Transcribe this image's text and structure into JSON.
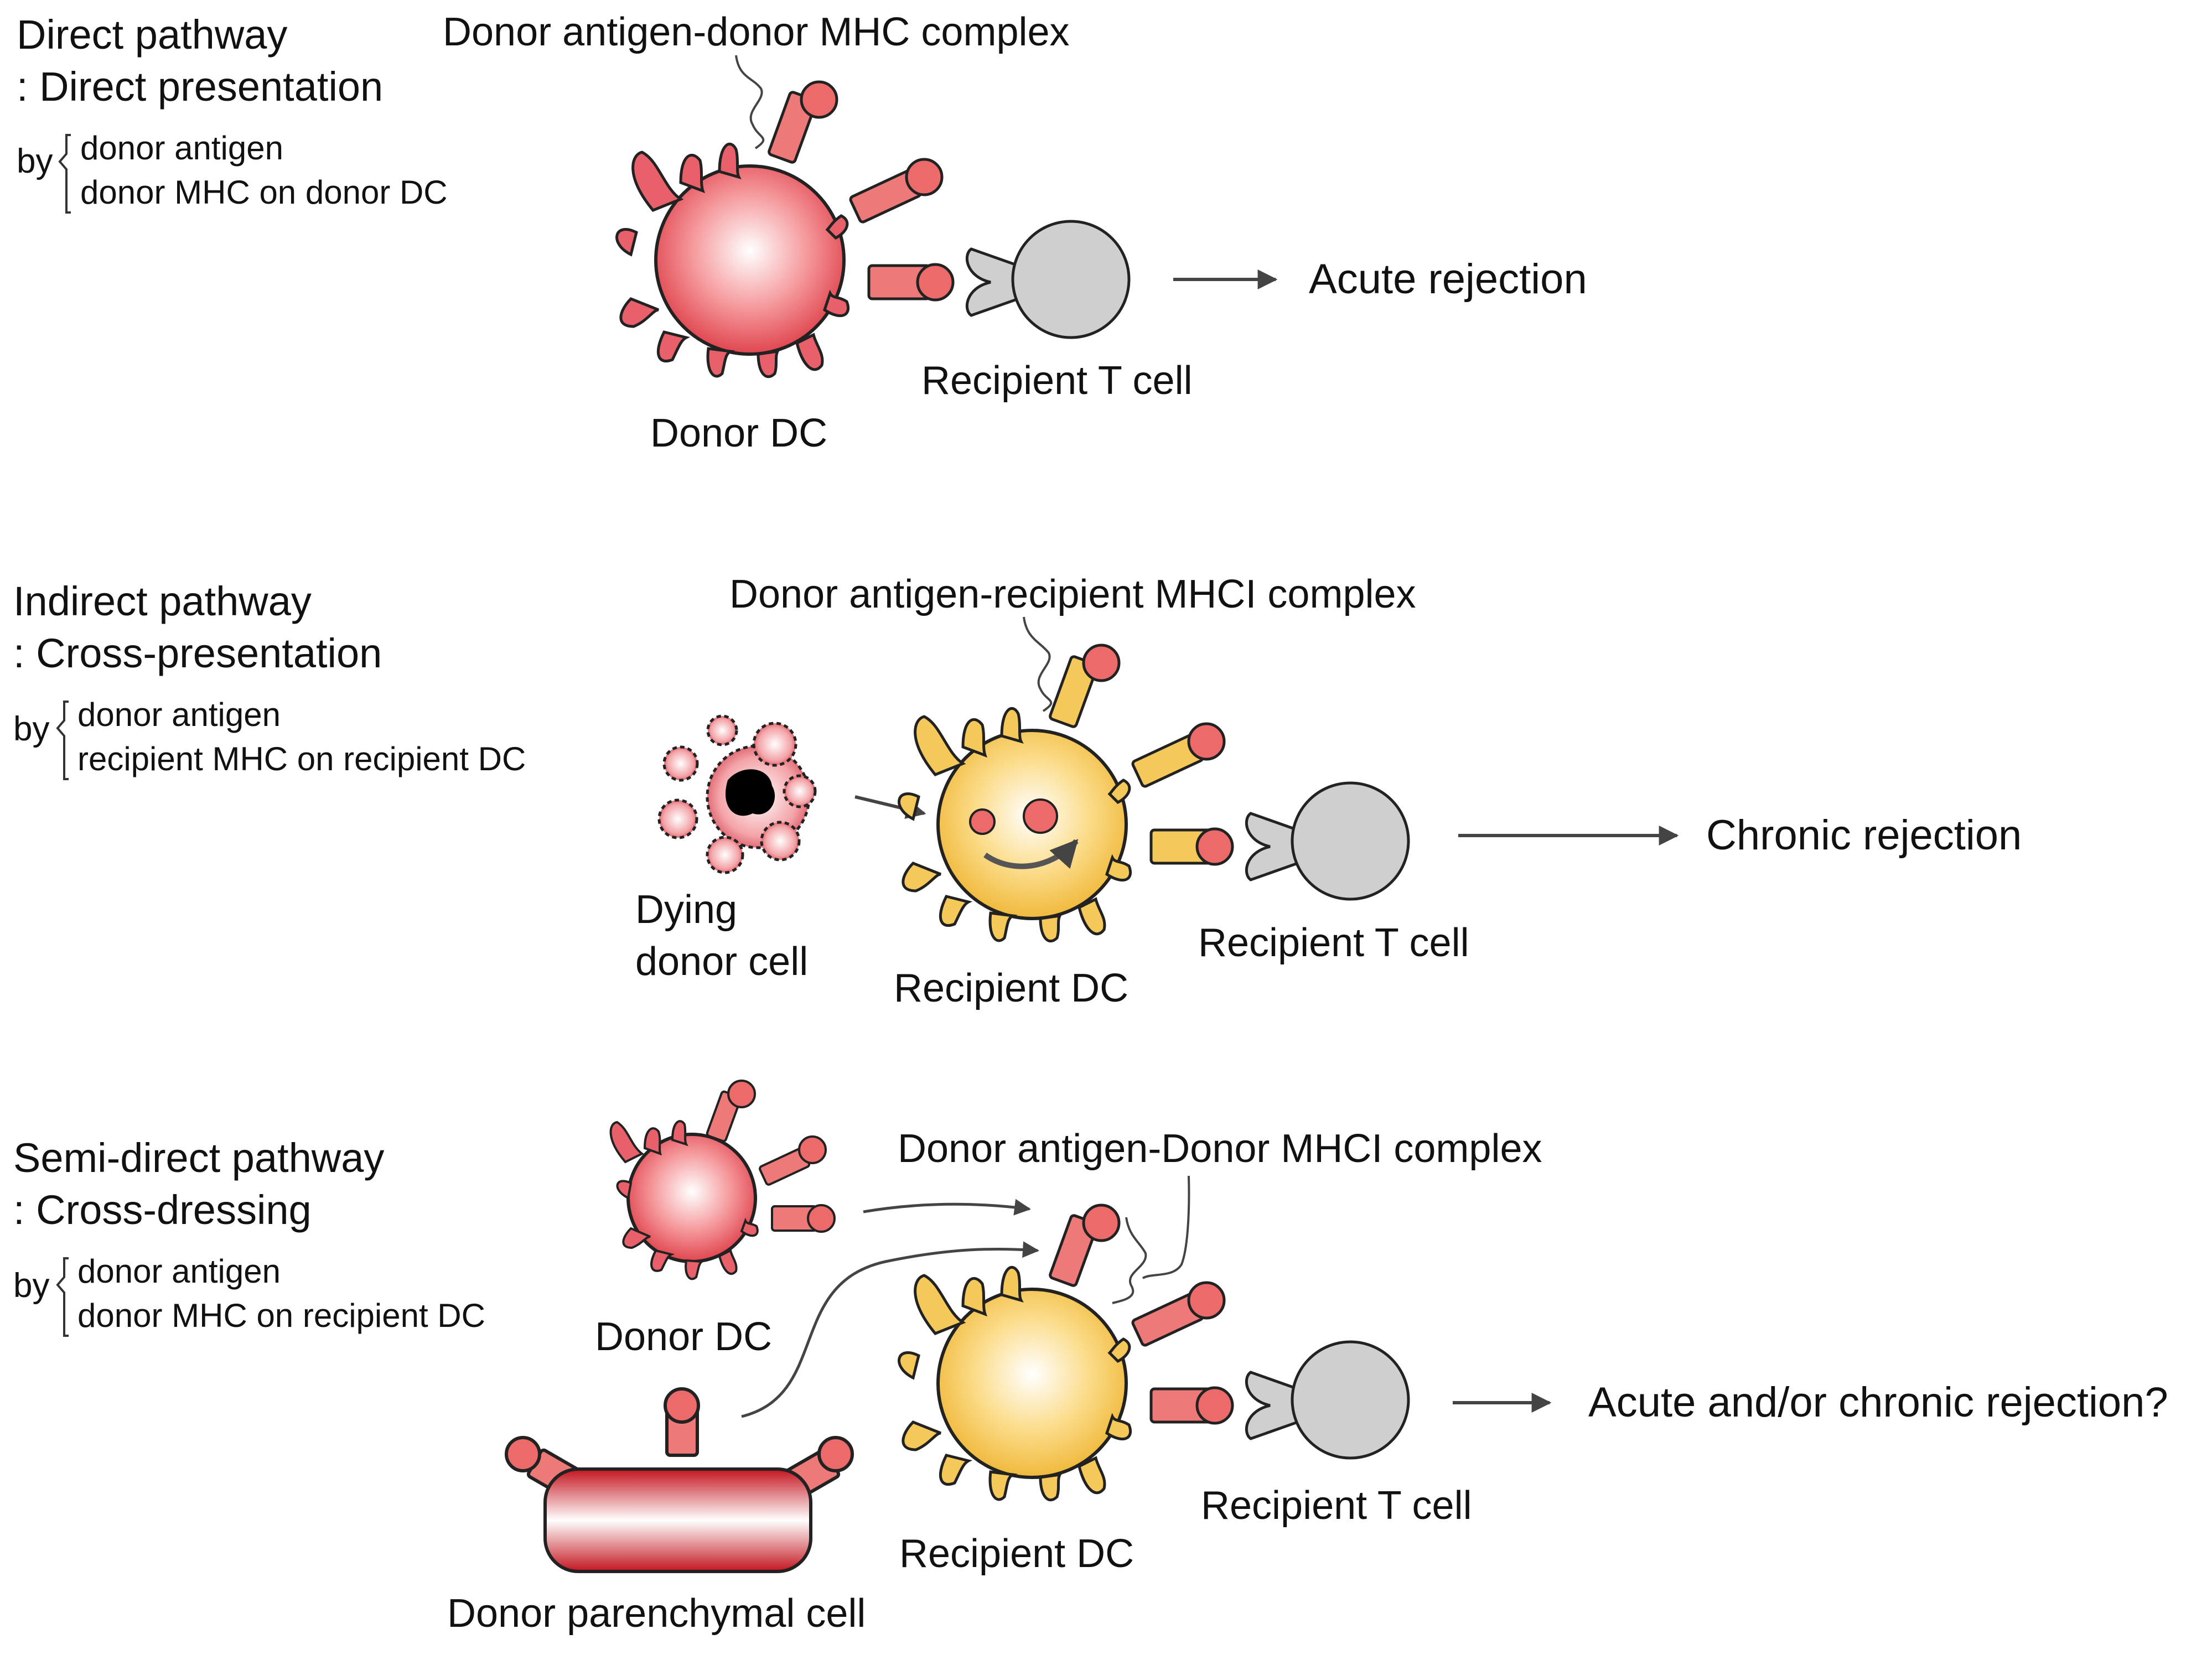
{
  "direct": {
    "title": "Direct pathway",
    "subtitle": ": Direct presentation",
    "by": "by",
    "req1": "donor antigen",
    "req2": "donor MHC on donor DC",
    "complex_label": "Donor antigen-donor MHC complex",
    "dc_label": "Donor DC",
    "t_label": "Recipient T cell",
    "outcome": "Acute rejection"
  },
  "indirect": {
    "title": "Indirect pathway",
    "subtitle": ": Cross-presentation",
    "by": "by",
    "req1": "donor antigen",
    "req2": "recipient MHC on recipient DC",
    "complex_label": "Donor antigen-recipient MHCI complex",
    "dying_label_1": "Dying",
    "dying_label_2": "donor cell",
    "dc_label": "Recipient DC",
    "t_label": "Recipient T cell",
    "outcome": "Chronic rejection"
  },
  "semidirect": {
    "title": "Semi-direct pathway",
    "subtitle": ": Cross-dressing",
    "by": "by",
    "req1": "donor antigen",
    "req2": "donor MHC on recipient DC",
    "complex_label": "Donor antigen-Donor MHCI complex",
    "donor_dc_label": "Donor DC",
    "parenchymal_label": "Donor parenchymal cell",
    "dc_label": "Recipient DC",
    "t_label": "Recipient T cell",
    "outcome": "Acute and/or chronic rejection?"
  },
  "colors": {
    "donor_red": "#e8606a",
    "recipient_yellow": "#f5c85a",
    "t_cell_gray": "#cfcfcf",
    "arrow_gray": "#444444"
  }
}
